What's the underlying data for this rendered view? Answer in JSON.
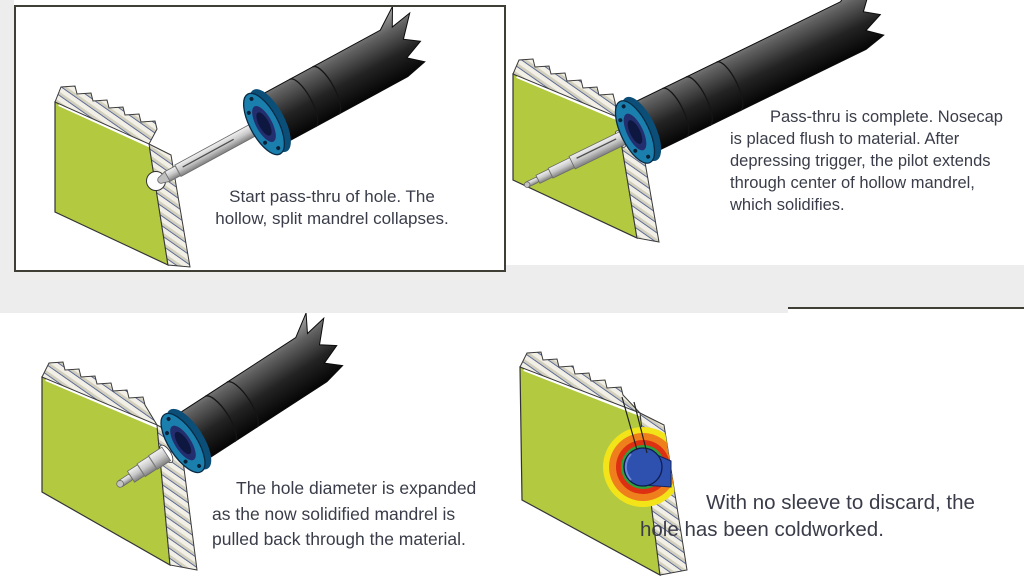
{
  "page": {
    "background_color": "#ededed",
    "panel_background": "#ffffff",
    "border_color": "#3f3f35",
    "text_color": "#3a3d49"
  },
  "diagram": {
    "subject": "split-mandrel cold working process",
    "steps": [
      {
        "caption": "Start pass-thru of hole. The\nhollow, split mandrel collapses."
      },
      {
        "caption": "Pass-thru is complete. Nosecap\nis placed flush to material. After\ndepressing trigger, the pilot extends\nthrough center of hollow mandrel,\nwhich solidifies."
      },
      {
        "caption": "The hole diameter is expanded\nas the now solidified mandrel is\npulled back through the material."
      },
      {
        "caption": "With no sleeve to discard, the\nhole has been coldworked."
      }
    ],
    "colors": {
      "material_green": "#b3c93f",
      "nosecap_blue": "#1b7fae",
      "tool_body_dark": "#1a1a1a",
      "mandrel_silver": "#c9c9c9",
      "hole_bore_blue": "#2b4fa8",
      "stress_rings": [
        "#f2e418",
        "#ef7f1c",
        "#dd3013",
        "#2f9e3c"
      ]
    }
  }
}
